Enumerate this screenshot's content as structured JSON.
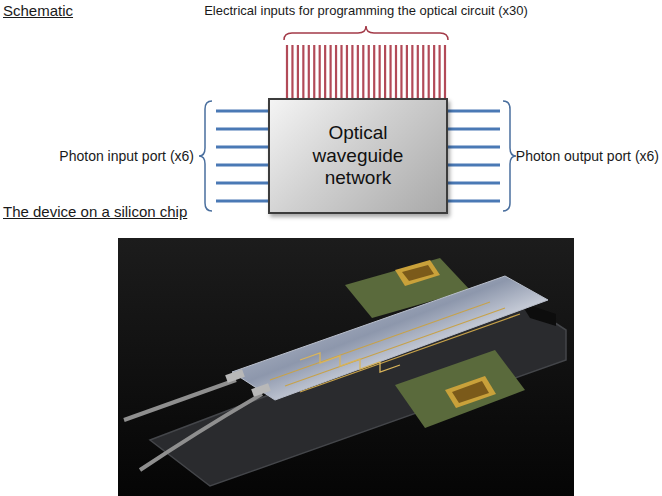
{
  "diagram": {
    "nodes": [
      {
        "text": [
          "Optical waveguide network"
        ]
      }
    ],
    "labels": [
      "Schematic",
      "Electrical inputs for programming the optical circuit (x30)",
      "Photon input port (x6)",
      "Photon output port (x6)",
      "The device on a silicon chip"
    ]
  }
}
